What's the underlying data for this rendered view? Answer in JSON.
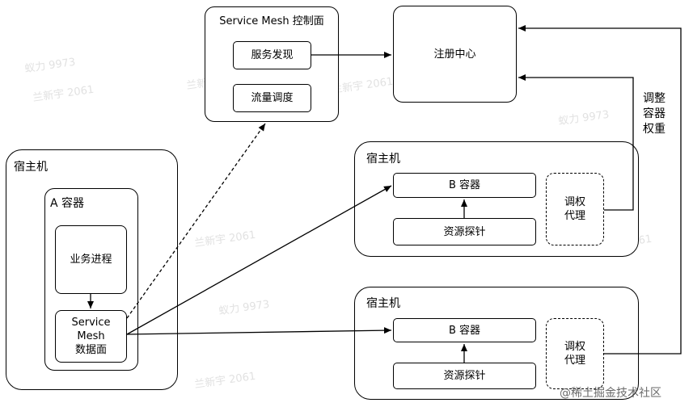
{
  "control_plane": {
    "title": "Service Mesh 控制面",
    "service_discovery": "服务发现",
    "traffic_scheduling": "流量调度"
  },
  "registry": {
    "label": "注册中心"
  },
  "adjust_weight": {
    "label": "调整\n容器\n权重"
  },
  "host_a": {
    "title": "宿主机",
    "container_title": "A 容器",
    "business_process": "业务进程",
    "data_plane": "Service\nMesh\n数据面"
  },
  "host_b1": {
    "title": "宿主机",
    "container": "B 容器",
    "resource_probe": "资源探针",
    "weight_agent": "调权\n代理"
  },
  "host_b2": {
    "title": "宿主机",
    "container": "B 容器",
    "resource_probe": "资源探针",
    "weight_agent": "调权\n代理"
  },
  "watermarks": {
    "text_1": "蚁力 9973",
    "text_2": "兰新宇 2061",
    "credit": "@稀土掘金技术社区"
  }
}
